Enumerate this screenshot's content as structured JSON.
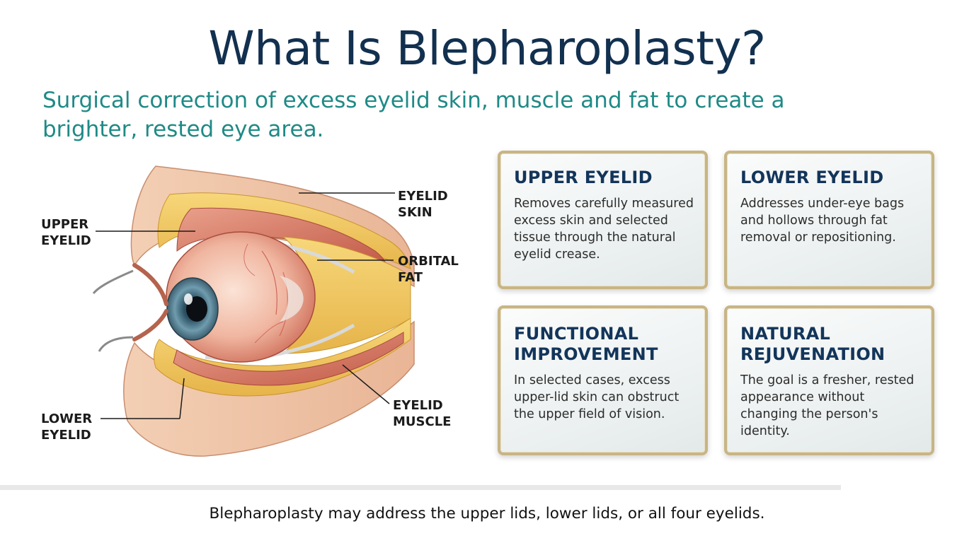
{
  "header": {
    "title": "What Is Blepharoplasty?",
    "subtitle": "Surgical correction of excess eyelid skin, muscle and fat to create a brighter, rested eye area."
  },
  "anatomy": {
    "illustration": "eye-anatomy-cross-section-illustration",
    "labels": {
      "upper_eyelid": "UPPER\nEYELID",
      "eyelid_skin": "EYELID\nSKIN",
      "orbital_fat": "ORBITAL\nFAT",
      "eyelid_muscle": "EYELID\nMUSCLE",
      "lower_eyelid": "LOWER\nEYELID"
    }
  },
  "cards": [
    {
      "title": "UPPER EYELID",
      "body": "Removes carefully measured excess skin and selected tissue through the natural eyelid crease."
    },
    {
      "title": "LOWER EYELID",
      "body": "Addresses under-eye bags and hollows through fat removal or repositioning."
    },
    {
      "title": "FUNCTIONAL IMPROVEMENT",
      "body": "In selected cases, excess upper-lid skin can obstruct the upper field of vision."
    },
    {
      "title": "NATURAL REJUVENATION",
      "body": "The goal is a fresher, rested appearance without changing the person's identity."
    }
  ],
  "footer": {
    "note": "Blepharoplasty may address the upper lids, lower lids, or all four eyelids."
  },
  "colors": {
    "title": "#12304f",
    "subtitle": "#1f8a86",
    "card_border": "#c8b585",
    "card_title": "#13355a"
  }
}
